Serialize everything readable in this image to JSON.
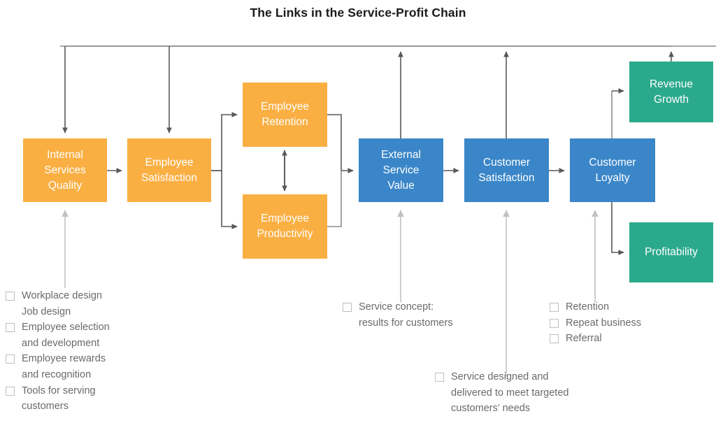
{
  "title": "The Links in the Service-Profit Chain",
  "colors": {
    "orange": "#FAAF43",
    "blue": "#3A86C8",
    "green": "#2BA98C",
    "arrow_dark": "#58595B",
    "arrow_light": "#BFC1C3",
    "text_annotation": "#6a6a6a",
    "title": "#1b1b1b"
  },
  "nodes": {
    "internal_services_quality": {
      "label": "Internal\nServices\nQuality",
      "color": "orange"
    },
    "employee_satisfaction": {
      "label": "Employee\nSatisfaction",
      "color": "orange"
    },
    "employee_retention": {
      "label": "Employee\nRetention",
      "color": "orange"
    },
    "employee_productivity": {
      "label": "Employee\nProductivity",
      "color": "orange"
    },
    "external_service_value": {
      "label": "External\nService\nValue",
      "color": "blue"
    },
    "customer_satisfaction": {
      "label": "Customer\nSatisfaction",
      "color": "blue"
    },
    "customer_loyalty": {
      "label": "Customer\nLoyalty",
      "color": "blue"
    },
    "revenue_growth": {
      "label": "Revenue\nGrowth",
      "color": "green"
    },
    "profitability": {
      "label": "Profitability",
      "color": "green"
    }
  },
  "annotations": {
    "internal_quality": {
      "items": [
        "Workplace design\nJob design",
        "Employee selection\nand development",
        "Employee rewards\nand recognition",
        "Tools for serving\ncustomers"
      ]
    },
    "service_value": {
      "items": [
        "Service concept:\nresults for customers"
      ]
    },
    "customer_loyalty": {
      "items": [
        "Retention",
        "Repeat business",
        "Referral"
      ]
    },
    "customer_satisfaction": {
      "items": [
        "Service designed and\ndelivered to meet targeted\ncustomers’ needs"
      ]
    }
  }
}
